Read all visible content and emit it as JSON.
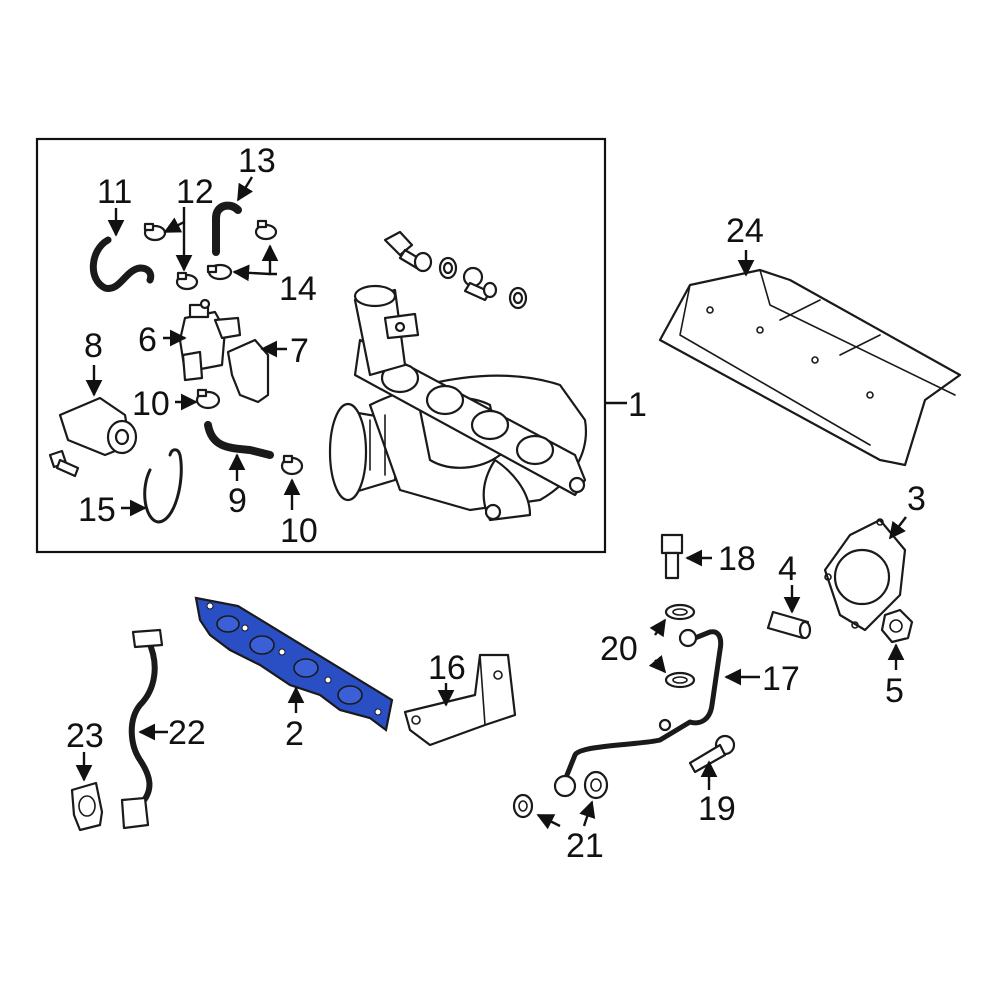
{
  "diagram": {
    "highlight_color": "#2a4ec4",
    "highlighted_part": "2",
    "callouts": {
      "c1": "1",
      "c2": "2",
      "c3": "3",
      "c4": "4",
      "c5": "5",
      "c6": "6",
      "c7": "7",
      "c8": "8",
      "c9": "9",
      "c10a": "10",
      "c10b": "10",
      "c11": "11",
      "c12": "12",
      "c13": "13",
      "c14": "14",
      "c15": "15",
      "c16": "16",
      "c17": "17",
      "c18": "18",
      "c19": "19",
      "c20": "20",
      "c21": "21",
      "c22": "22",
      "c23": "23",
      "c24": "24"
    }
  }
}
